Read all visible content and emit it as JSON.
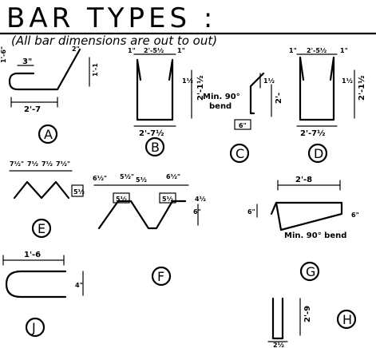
{
  "header": {
    "title": "BAR TYPES :",
    "subtitle": "(All bar dimensions are out to out)"
  },
  "bars": {
    "A": {
      "label": "A",
      "dims": [
        "3\"",
        "2'-7",
        "1'-6\"",
        "2\"",
        "1'-1"
      ]
    },
    "B": {
      "label": "B",
      "dims": [
        "1\"",
        "2'-5½",
        "1\"",
        "1½",
        "2'-1½",
        "2'-7½"
      ]
    },
    "C": {
      "label": "C",
      "dims": [
        "1½",
        "2'-",
        "Min. 90°",
        "bend",
        "6\""
      ]
    },
    "D": {
      "label": "D",
      "dims": [
        "1\"",
        "2'-5½",
        "1\"",
        "1½",
        "2'-1½",
        "2'-7½"
      ]
    },
    "E": {
      "label": "E",
      "dims": [
        "7½\"",
        "7½",
        "7½",
        "7½\"",
        "5½"
      ]
    },
    "F": {
      "label": "F",
      "dims": [
        "6½\"",
        "5½\"",
        "5½",
        "6½\"",
        "5½",
        "5½",
        "4½",
        "6\""
      ]
    },
    "G": {
      "label": "G",
      "dims": [
        "2'-8",
        "6\"",
        "6\"",
        "Min. 90° bend"
      ]
    },
    "H": {
      "label": "H",
      "dims": [
        "2'-9",
        "2½"
      ]
    },
    "J": {
      "label": "J",
      "dims": [
        "1'-6",
        "4\""
      ]
    }
  }
}
